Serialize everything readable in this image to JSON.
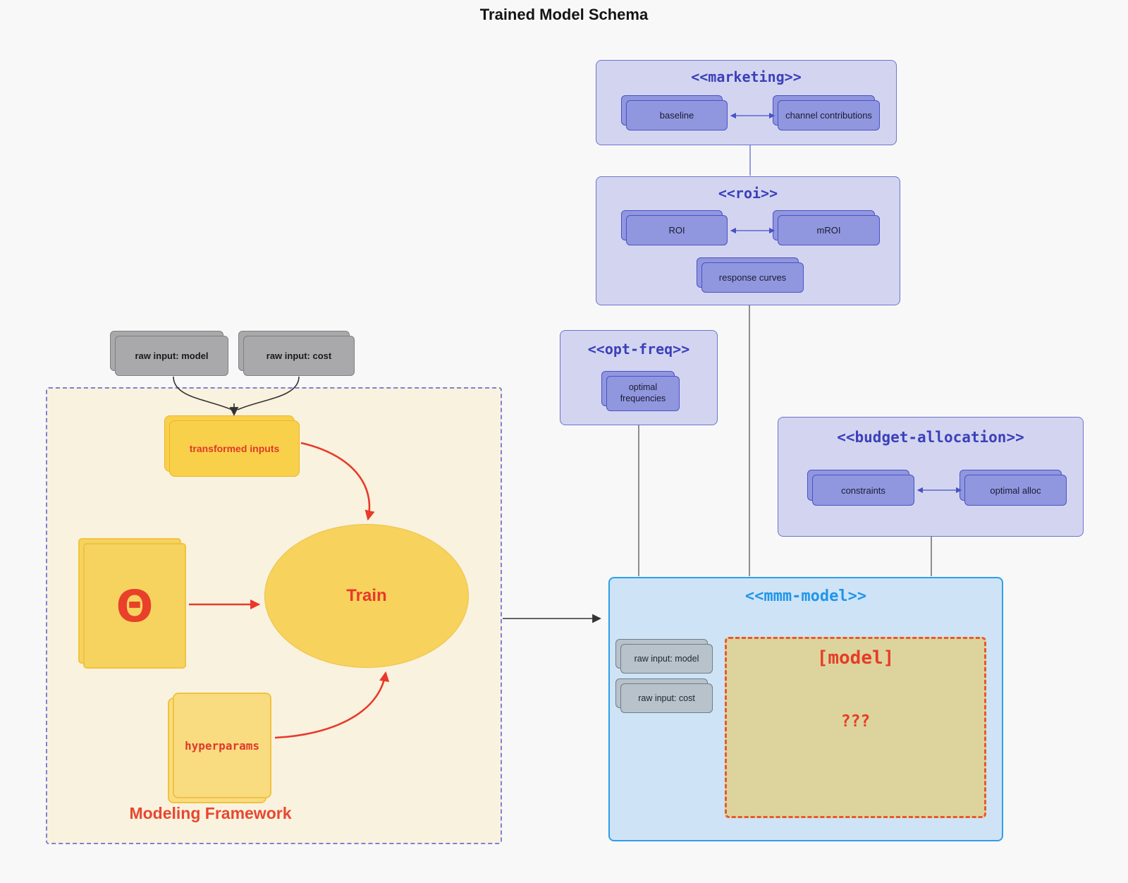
{
  "title": "Trained Model Schema",
  "colors": {
    "purple_cluster_bg": "#d3d5f0",
    "purple_cluster_border": "#6d73ce",
    "purple_node": "#9097df",
    "purple_title": "#3b40ba",
    "blue_cluster_bg": "#cfe3f6",
    "blue_cluster_border": "#2d9fe8",
    "blue_title": "#2196ea",
    "cream_cluster_bg": "#f9f2de",
    "yellow_node": "#f7d25c",
    "khaki_box": "#dcd49c",
    "red_accent": "#e8392b",
    "gray_node": "#a9a9ab",
    "grayblue_node": "#b8c2cb"
  },
  "inputs": {
    "raw_model": "raw input: model",
    "raw_cost": "raw input: cost"
  },
  "marketing": {
    "title": "<<marketing>>",
    "baseline": "baseline",
    "channel": "channel contributions"
  },
  "roi": {
    "title": "<<roi>>",
    "roi": "ROI",
    "mroi": "mROI",
    "response": "response curves"
  },
  "opt_freq": {
    "title": "<<opt-freq>>",
    "optimal": "optimal frequencies"
  },
  "budget": {
    "title": "<<budget-allocation>>",
    "constraints": "constraints",
    "alloc": "optimal alloc"
  },
  "mmm": {
    "title": "<<mmm-model>>",
    "raw_model": "raw input: model",
    "raw_cost": "raw input: cost",
    "model": "[model]",
    "unknown": "???"
  },
  "framework": {
    "label": "Modeling Framework",
    "transformed": "transformed inputs",
    "theta": "Θ",
    "train": "Train",
    "hyperparams": "hyperparams"
  }
}
